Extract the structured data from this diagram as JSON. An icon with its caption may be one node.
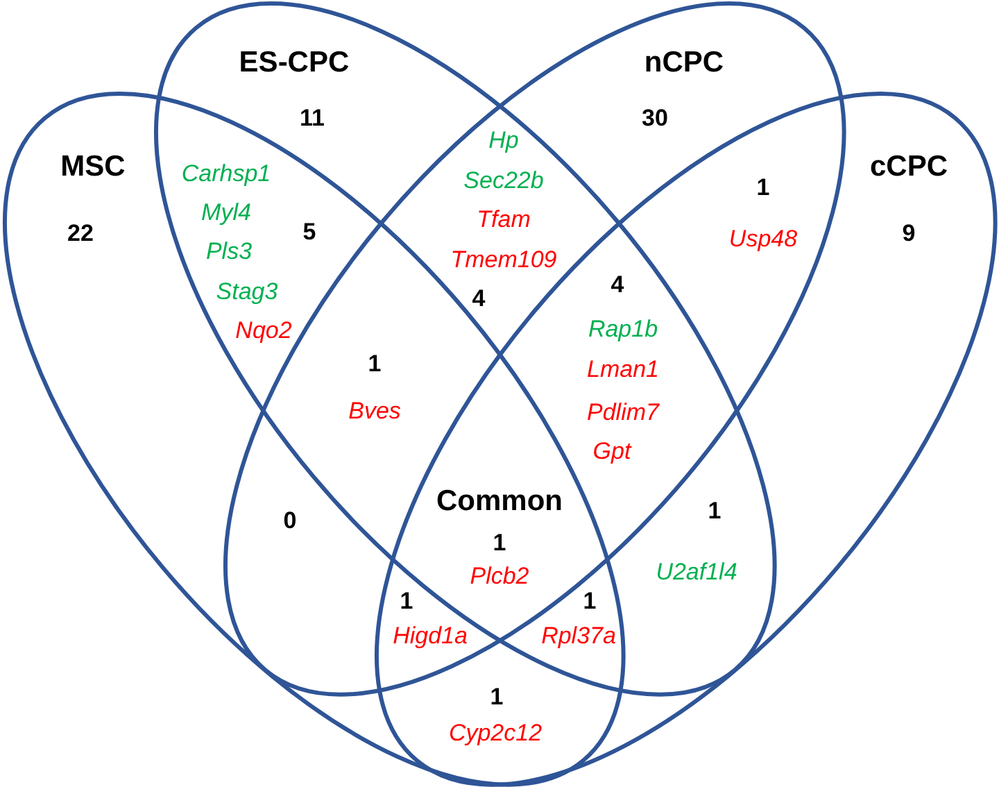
{
  "diagram": {
    "nodes": [
      {
        "text": [
          "MSC"
        ]
      },
      {
        "text": [
          "ES-CPC"
        ]
      },
      {
        "text": [
          "nCPC"
        ]
      },
      {
        "text": [
          "cCPC"
        ]
      }
    ],
    "labels": [
      "11",
      "30",
      "22",
      "9",
      "Carhsp1",
      "Myl4",
      "5",
      "Pls3",
      "Stag3",
      "Nqo2",
      "Hp",
      "Sec22b",
      "Tfam",
      "Tmem109",
      "4",
      "1",
      "Usp48",
      "4",
      "Rap1b",
      "Lman1",
      "Pdlim7",
      "Gpt",
      "1",
      "Bves",
      "0",
      "Common",
      "1",
      "Plcb2",
      "1",
      "U2af1l4",
      "1",
      "Higd1a",
      "1",
      "Rpl37a",
      "1",
      "Cyp2c12"
    ]
  }
}
